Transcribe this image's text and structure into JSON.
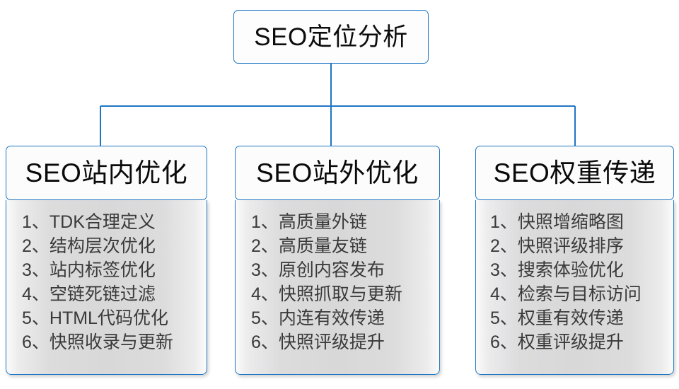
{
  "diagram": {
    "root": {
      "label": "SEO定位分析"
    },
    "accent_color": "#1f76c4",
    "text_color": "#3a3a3a",
    "title_color": "#0a0a0a",
    "panel_color": "#d8d8d9",
    "columns": [
      {
        "id": "seo-onsite",
        "title": "SEO站内优化",
        "items": [
          "1、TDK合理定义",
          "2、结构层次优化",
          "3、站内标签优化",
          "4、空链死链过滤",
          "5、HTML代码优化",
          "6、快照收录与更新"
        ]
      },
      {
        "id": "seo-offsite",
        "title": "SEO站外优化",
        "items": [
          "1、高质量外链",
          "2、高质量友链",
          "3、原创内容发布",
          "4、快照抓取与更新",
          "5、内连有效传递",
          "6、快照评级提升"
        ]
      },
      {
        "id": "seo-weight-transfer",
        "title": "SEO权重传递",
        "items": [
          "1、快照增缩略图",
          "2、快照评级排序",
          "3、搜索体验优化",
          "4、检索与目标访问",
          "5、权重有效传递",
          "6、权重评级提升"
        ]
      }
    ]
  }
}
